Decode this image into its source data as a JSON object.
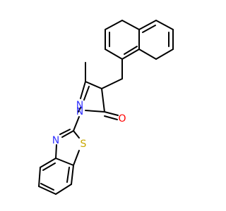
{
  "molecule": {
    "colors": {
      "bond": "#000000",
      "nitrogen": "#3333ff",
      "oxygen": "#ff0000",
      "sulfur": "#c8a800",
      "background": "#ffffff"
    },
    "atoms": {
      "N_ring_a": "N",
      "N_ring_b": "N",
      "N_thiazole": "N",
      "O_carbonyl": "O",
      "S_thiazole": "S"
    }
  }
}
